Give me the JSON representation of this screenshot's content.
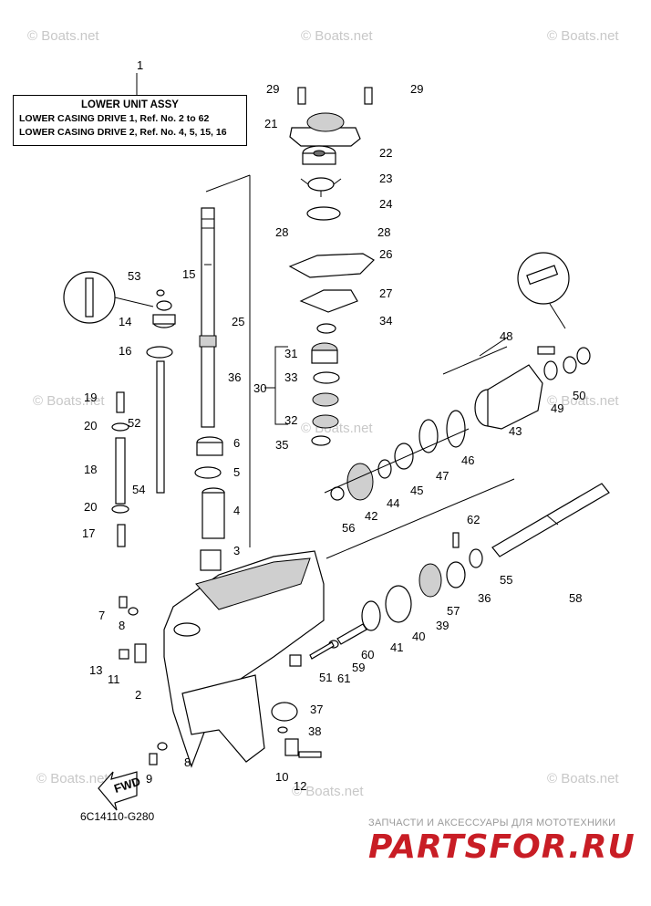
{
  "header_box": {
    "title": "LOWER UNIT ASSY",
    "line1": "LOWER CASING DRIVE 1,  Ref. No. 2 to 62",
    "line2": "LOWER CASING DRIVE 2,  Ref. No. 4, 5, 15, 16"
  },
  "diagram_code": "6C14110-G280",
  "fwd_label": "FWD",
  "watermark": "© Boats.net",
  "brand": {
    "subtitle": "ЗАПЧАСТИ И АКСЕССУАРЫ ДЛЯ МОТОТЕХНИКИ",
    "name": "PARTSFOR.RU"
  },
  "callouts": [
    "1",
    "2",
    "3",
    "4",
    "5",
    "6",
    "7",
    "8",
    "8",
    "9",
    "10",
    "11",
    "12",
    "13",
    "14",
    "15",
    "16",
    "17",
    "18",
    "19",
    "20",
    "20",
    "21",
    "22",
    "23",
    "24",
    "25",
    "26",
    "27",
    "28",
    "28",
    "29",
    "29",
    "30",
    "31",
    "32",
    "33",
    "34",
    "35",
    "36",
    "37",
    "38",
    "39",
    "40",
    "41",
    "42",
    "43",
    "44",
    "45",
    "46",
    "47",
    "48",
    "49",
    "50",
    "51",
    "52",
    "53",
    "54",
    "55",
    "56",
    "57",
    "58",
    "59",
    "60",
    "61",
    "62",
    "36"
  ],
  "colors": {
    "brand_red": "#c81d25",
    "watermark": "#c8c8c8"
  }
}
